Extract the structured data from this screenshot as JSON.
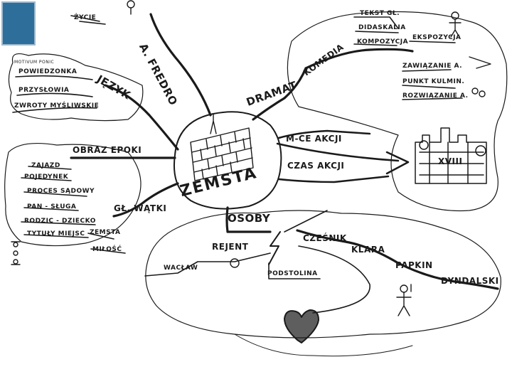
{
  "center": {
    "title": "ZEMSTA"
  },
  "top_left": {
    "life": "ŻYCIE",
    "author": "A. FREDRO"
  },
  "language": {
    "title": "JĘZYK",
    "note": "MOTIVUM PONIC",
    "items": [
      "POWIEDZONKA",
      "PRZYSŁOWIA",
      "ZWROTY MYŚLIWSKIE"
    ]
  },
  "epoch": {
    "title": "OBRAZ EPOKI",
    "items": [
      "ZAJAZD",
      "POJEDYNEK",
      "PROCES SĄDOWY",
      "PAN - SŁUGA",
      "RODZIC - DZIECKO",
      "TYTUŁY MIEJSC"
    ]
  },
  "plot": {
    "title": "GŁ. WĄTKI",
    "items": [
      "ZEMSTA",
      "MIŁOŚĆ"
    ]
  },
  "drama": {
    "title": "DRAMAT",
    "comedy": "KOMEDIA",
    "text_items": [
      "TEKST GŁ.",
      "DIDASKALIA"
    ],
    "composition": "KOMPOZYCJA",
    "composition_items": [
      "EKSPOZYCJA",
      "ZAWIĄZANIE A.",
      "PUNKT KULMIN.",
      "ROZWIĄZANIE A."
    ]
  },
  "setting": {
    "place": "M-CE AKCJI",
    "time": "CZAS AKCJI",
    "century": "XVIII"
  },
  "characters": {
    "title": "OSOBY",
    "names": [
      "REJENT",
      "CZEŚNIK",
      "KLARA",
      "PAPKIN",
      "DYNDALSKI",
      "WACŁAW",
      "PODSTOLINA"
    ]
  },
  "colors": {
    "ink": "#1a1a1a",
    "logo": "#2d6f9a",
    "logo_border": "#9fb9cc"
  }
}
